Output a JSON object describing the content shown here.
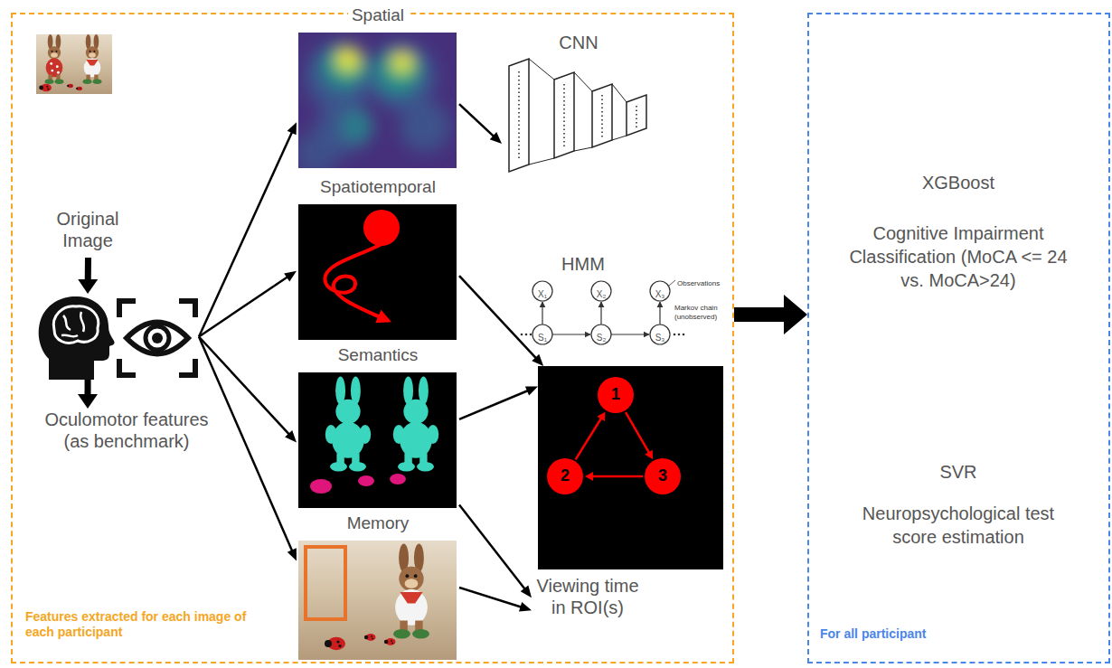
{
  "diagram": {
    "nodes": [
      {
        "text": [
          "Features extracted for each image of each participant"
        ]
      },
      {
        "text": [
          "Original Image"
        ],
        "in": 0
      },
      {
        "text": [],
        "in": 0
      },
      {
        "text": [
          "Oculomotor features (as benchmark)"
        ],
        "in": 0
      },
      {
        "text": [
          "Spatial"
        ],
        "in": 0
      },
      {
        "text": [
          "Spatiotemporal"
        ],
        "in": 0
      },
      {
        "text": [
          "Semantics"
        ],
        "in": 0
      },
      {
        "text": [
          "Memory"
        ],
        "in": 0
      },
      {
        "text": [
          "CNN"
        ],
        "in": 0
      },
      {
        "text": [
          "HMM"
        ],
        "in": 0
      },
      {
        "text": [],
        "in": 0
      },
      {
        "text": [
          "1"
        ],
        "in": 10
      },
      {
        "text": [
          "2"
        ],
        "in": 10
      },
      {
        "text": [
          "3"
        ],
        "in": 10
      },
      {
        "text": [
          "Viewing time in ROI(s)"
        ],
        "in": 0
      },
      {
        "text": [
          "For all participant"
        ]
      },
      {
        "text": [
          "XGBoost",
          "Cognitive Impairment Classification (MoCA <= 24 vs. MoCA>24)"
        ],
        "in": 15
      },
      {
        "text": [
          "SVR",
          "Neuropsychological test score estimation"
        ],
        "in": 15
      }
    ],
    "edges": [
      {
        "from": 1,
        "to": 2,
        "arrow": "to"
      },
      {
        "from": 2,
        "to": 3,
        "arrow": "to"
      },
      {
        "from": 2,
        "to": 4,
        "arrow": "to"
      },
      {
        "from": 2,
        "to": 5,
        "arrow": "to"
      },
      {
        "from": 2,
        "to": 6,
        "arrow": "to"
      },
      {
        "from": 2,
        "to": 7,
        "arrow": "to"
      },
      {
        "from": 4,
        "to": 8,
        "arrow": "to"
      },
      {
        "from": 5,
        "to": 10,
        "arrow": "to"
      },
      {
        "from": 6,
        "to": 10,
        "arrow": "to"
      },
      {
        "from": 6,
        "to": 14,
        "arrow": "to"
      },
      {
        "from": 7,
        "to": 14,
        "arrow": "to"
      },
      {
        "from": 11,
        "to": 13,
        "arrow": "to"
      },
      {
        "from": 13,
        "to": 12,
        "arrow": "to"
      },
      {
        "from": 12,
        "to": 11,
        "arrow": "to"
      },
      {
        "from": 0,
        "to": 15,
        "arrow": "to"
      }
    ],
    "labels": [
      "X₁",
      "X₂",
      "X₃",
      "S₁",
      "S₂",
      "S₃",
      "Observations",
      "Markov chain (unobserved)"
    ]
  }
}
